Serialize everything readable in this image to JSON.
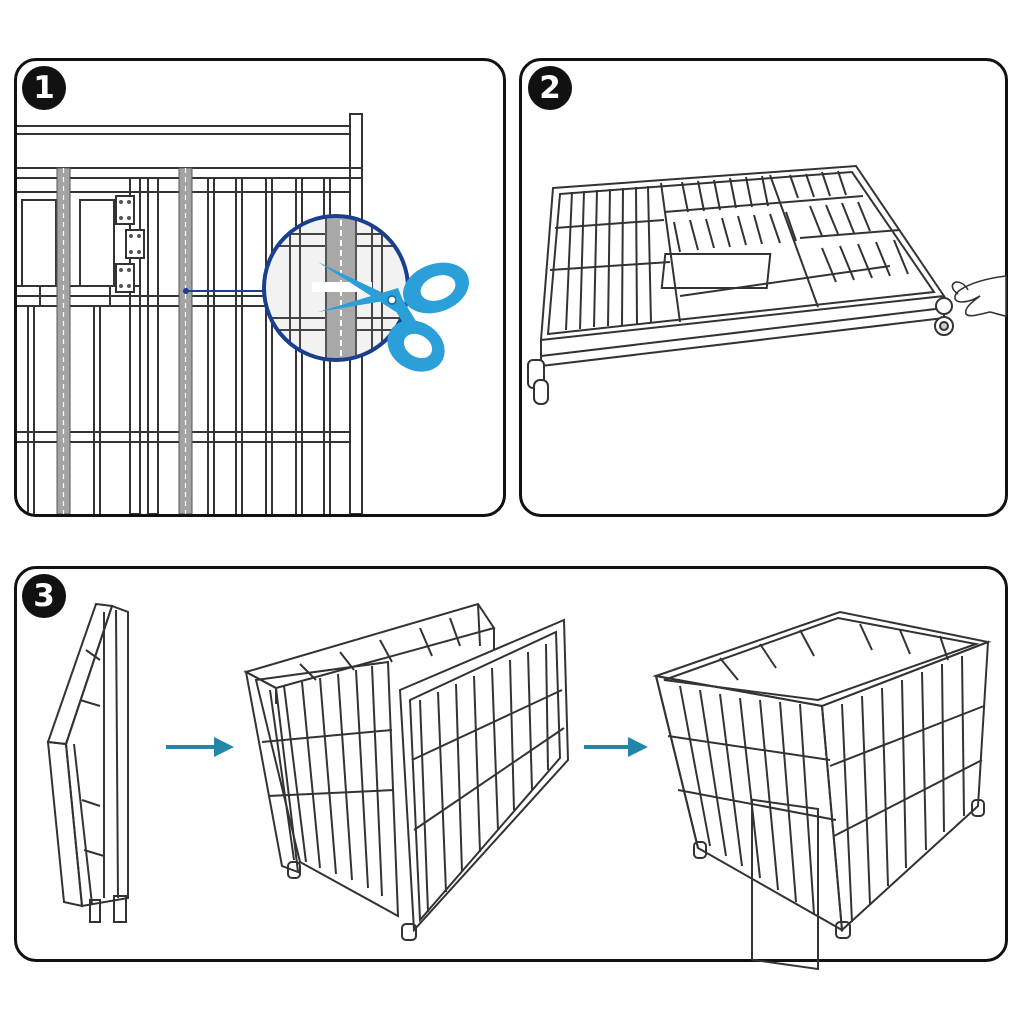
{
  "steps": [
    {
      "number": "1"
    },
    {
      "number": "2"
    },
    {
      "number": "3"
    }
  ],
  "colors": {
    "outline": "#111111",
    "line": "#333333",
    "accent_blue": "#2a9fd8",
    "arrow_teal": "#2186a8",
    "strap_gray": "#9a9a9a"
  },
  "icons": {
    "step1": [
      "scissors-icon",
      "magnifier-circle-icon"
    ],
    "step2": [
      "hand-icon",
      "caster-wheel-icon"
    ],
    "step3": [
      "arrow-right-icon",
      "arrow-right-icon"
    ]
  }
}
